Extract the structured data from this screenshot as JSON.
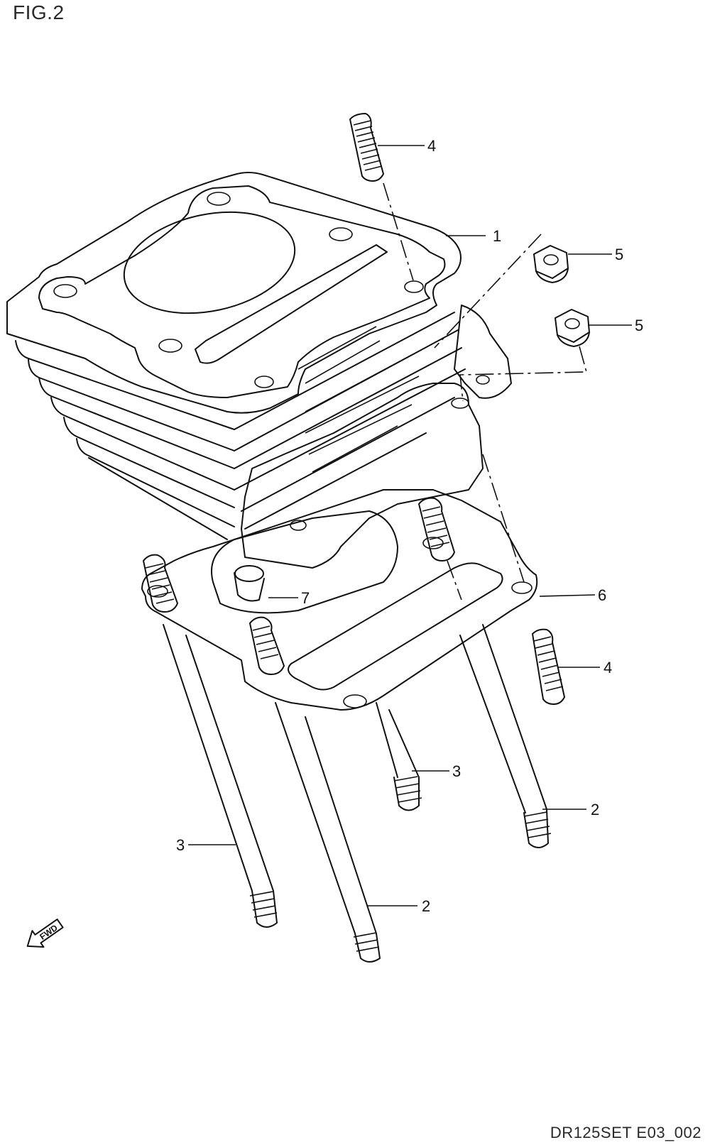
{
  "figure": {
    "label": "FIG.2",
    "diagram_code": "DR125SET E03_002"
  },
  "callouts": [
    "4",
    "1",
    "5",
    "5",
    "6",
    "7",
    "4",
    "3",
    "2",
    "3",
    "2"
  ],
  "fwd_marker": {
    "text": "FWD"
  }
}
